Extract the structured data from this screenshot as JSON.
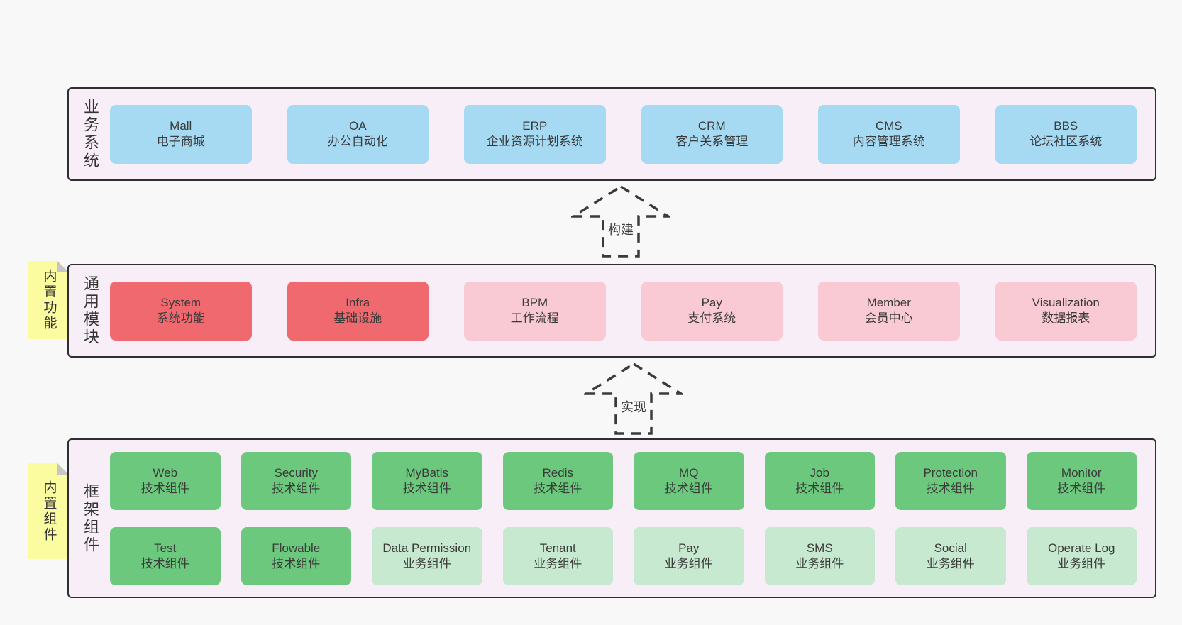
{
  "colors": {
    "pageBg": "#f8f8f8",
    "bandBg": "#f8eef7",
    "border": "#2f2f2f",
    "blue": "#a6d9f2",
    "red": "#f0696e",
    "pink": "#facad4",
    "green": "#6bc87c",
    "lightGreen": "#c6e9cf",
    "sticky": "#fbfb9f",
    "stickyFold": "#c6c6c6"
  },
  "arrows": [
    {
      "label": "构建"
    },
    {
      "label": "实现"
    }
  ],
  "bands": [
    {
      "label": "业务系统",
      "boxes": [
        {
          "name": "Mall",
          "subtitle": "电子商城",
          "variant": "blue"
        },
        {
          "name": "OA",
          "subtitle": "办公自动化",
          "variant": "blue"
        },
        {
          "name": "ERP",
          "subtitle": "企业资源计划系统",
          "variant": "blue"
        },
        {
          "name": "CRM",
          "subtitle": "客户关系管理",
          "variant": "blue"
        },
        {
          "name": "CMS",
          "subtitle": "内容管理系统",
          "variant": "blue"
        },
        {
          "name": "BBS",
          "subtitle": "论坛社区系统",
          "variant": "blue"
        }
      ]
    },
    {
      "label": "通用模块",
      "sticky": "内置功能",
      "boxes": [
        {
          "name": "System",
          "subtitle": "系统功能",
          "variant": "red"
        },
        {
          "name": "Infra",
          "subtitle": "基础设施",
          "variant": "red"
        },
        {
          "name": "BPM",
          "subtitle": "工作流程",
          "variant": "pink"
        },
        {
          "name": "Pay",
          "subtitle": "支付系统",
          "variant": "pink"
        },
        {
          "name": "Member",
          "subtitle": "会员中心",
          "variant": "pink"
        },
        {
          "name": "Visualization",
          "subtitle": "数据报表",
          "variant": "pink"
        }
      ]
    },
    {
      "label": "框架组件",
      "sticky": "内置组件",
      "rows": [
        [
          {
            "name": "Web",
            "subtitle": "技术组件",
            "variant": "green"
          },
          {
            "name": "Security",
            "subtitle": "技术组件",
            "variant": "green"
          },
          {
            "name": "MyBatis",
            "subtitle": "技术组件",
            "variant": "green"
          },
          {
            "name": "Redis",
            "subtitle": "技术组件",
            "variant": "green"
          },
          {
            "name": "MQ",
            "subtitle": "技术组件",
            "variant": "green"
          },
          {
            "name": "Job",
            "subtitle": "技术组件",
            "variant": "green"
          },
          {
            "name": "Protection",
            "subtitle": "技术组件",
            "variant": "green"
          },
          {
            "name": "Monitor",
            "subtitle": "技术组件",
            "variant": "green"
          }
        ],
        [
          {
            "name": "Test",
            "subtitle": "技术组件",
            "variant": "green"
          },
          {
            "name": "Flowable",
            "subtitle": "技术组件",
            "variant": "green"
          },
          {
            "name": "Data Permission",
            "subtitle": "业务组件",
            "variant": "lightgreen"
          },
          {
            "name": "Tenant",
            "subtitle": "业务组件",
            "variant": "lightgreen"
          },
          {
            "name": "Pay",
            "subtitle": "业务组件",
            "variant": "lightgreen"
          },
          {
            "name": "SMS",
            "subtitle": "业务组件",
            "variant": "lightgreen"
          },
          {
            "name": "Social",
            "subtitle": "业务组件",
            "variant": "lightgreen"
          },
          {
            "name": "Operate Log",
            "subtitle": "业务组件",
            "variant": "lightgreen"
          }
        ]
      ]
    }
  ]
}
